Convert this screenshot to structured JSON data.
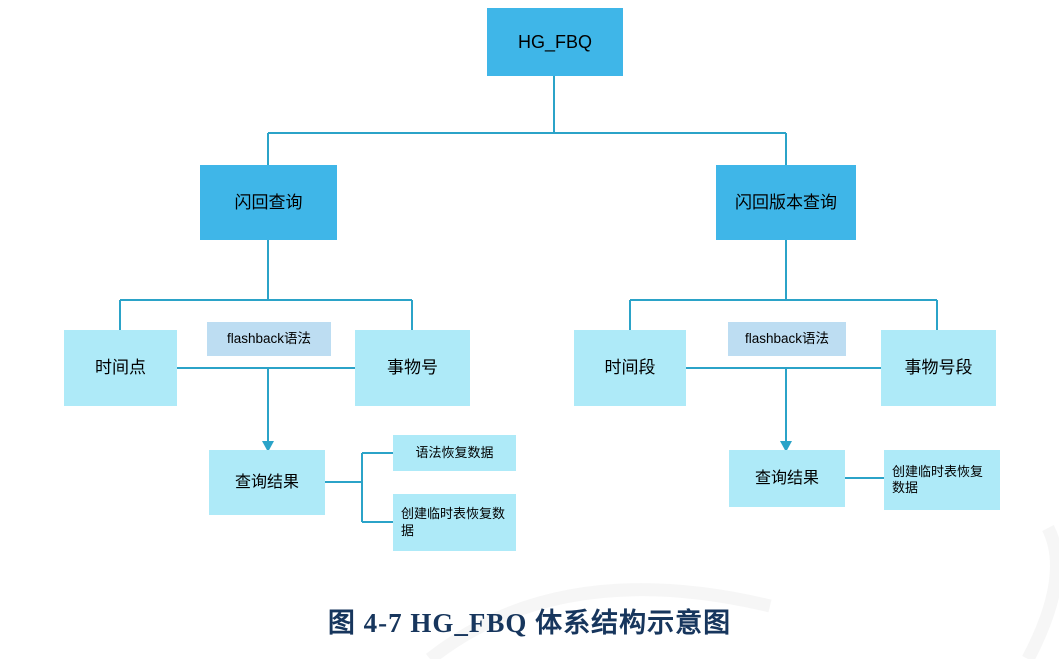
{
  "colors": {
    "primary_box": "#3fb6e8",
    "secondary_box": "#aeeaf8",
    "tag_box": "#bdddf2",
    "connector_line": "#2ba3c8",
    "caption_text": "#17365d"
  },
  "diagram": {
    "root": "HG_FBQ",
    "left": {
      "branch": "闪回查询",
      "left_child": "时间点",
      "right_child": "事物号",
      "edge_tag": "flashback语法",
      "result": "查询结果",
      "outputs": [
        "语法恢复数据",
        "创建临时表恢复数据"
      ]
    },
    "right": {
      "branch": "闪回版本查询",
      "left_child": "时间段",
      "right_child": "事物号段",
      "edge_tag": "flashback语法",
      "result": "查询结果",
      "outputs": [
        "创建临时表恢复数据"
      ]
    }
  },
  "caption": "图 4-7 HG_FBQ 体系结构示意图"
}
